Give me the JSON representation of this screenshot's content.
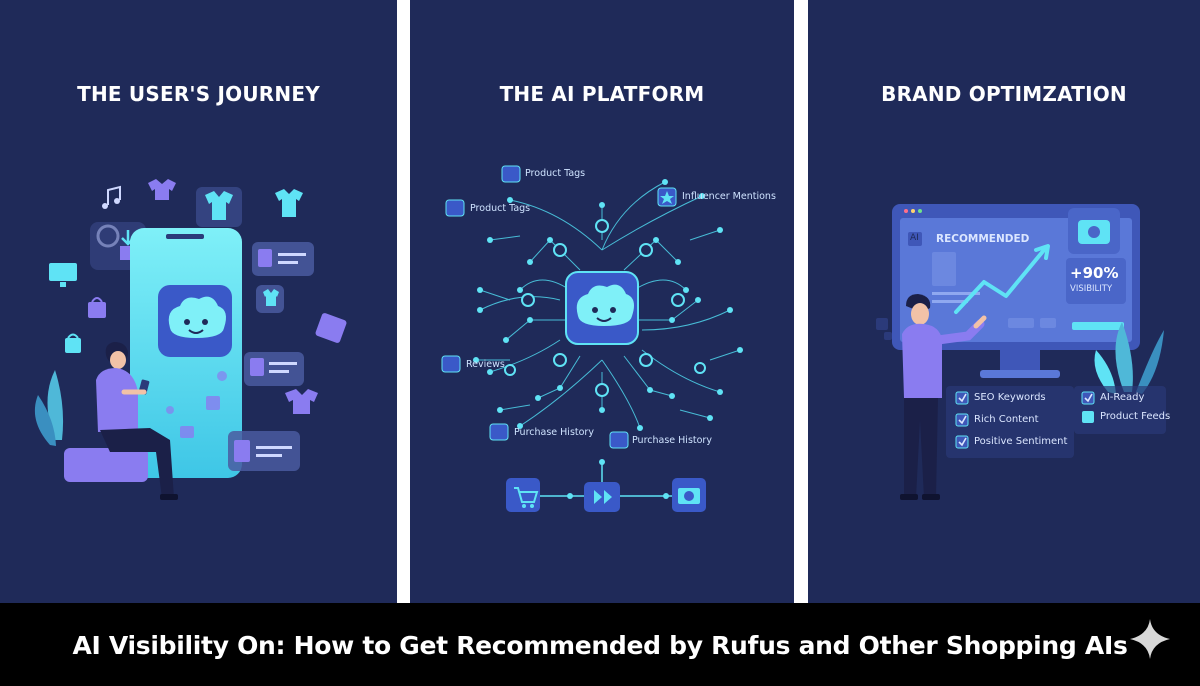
{
  "panels": {
    "journey": {
      "title": "THE USER'S JOURNEY"
    },
    "platform": {
      "title": "THE AI PLATFORM",
      "labels": {
        "product_tags_top": "Product Tags",
        "product_tags_left": "Product Tags",
        "influencer_mentions": "Influencer Mentions",
        "reviews": "Reviews",
        "purchase_history_left": "Purchase History",
        "purchase_history_right": "Purchase History"
      }
    },
    "brand": {
      "title": "BRAND OPTIMZATION",
      "screen_badge": "AI",
      "screen_label": "RECOMMENDED",
      "stat_value": "+90%",
      "stat_label": "VISIBILITY",
      "checklist": {
        "seo_keywords": "SEO Keywords",
        "rich_content": "Rich Content",
        "positive_sentiment": "Positive Sentiment",
        "ai_ready": "AI-Ready",
        "product_feeds": "Product Feeds"
      }
    }
  },
  "banner": {
    "title": "AI Visibility On: How to Get Recommended by Rufus and Other Shopping AIs"
  },
  "colors": {
    "panel_bg": "#1f2a59",
    "cyan": "#5fe3f5",
    "purple": "#8a7cf0",
    "banner_bg": "#000000"
  }
}
